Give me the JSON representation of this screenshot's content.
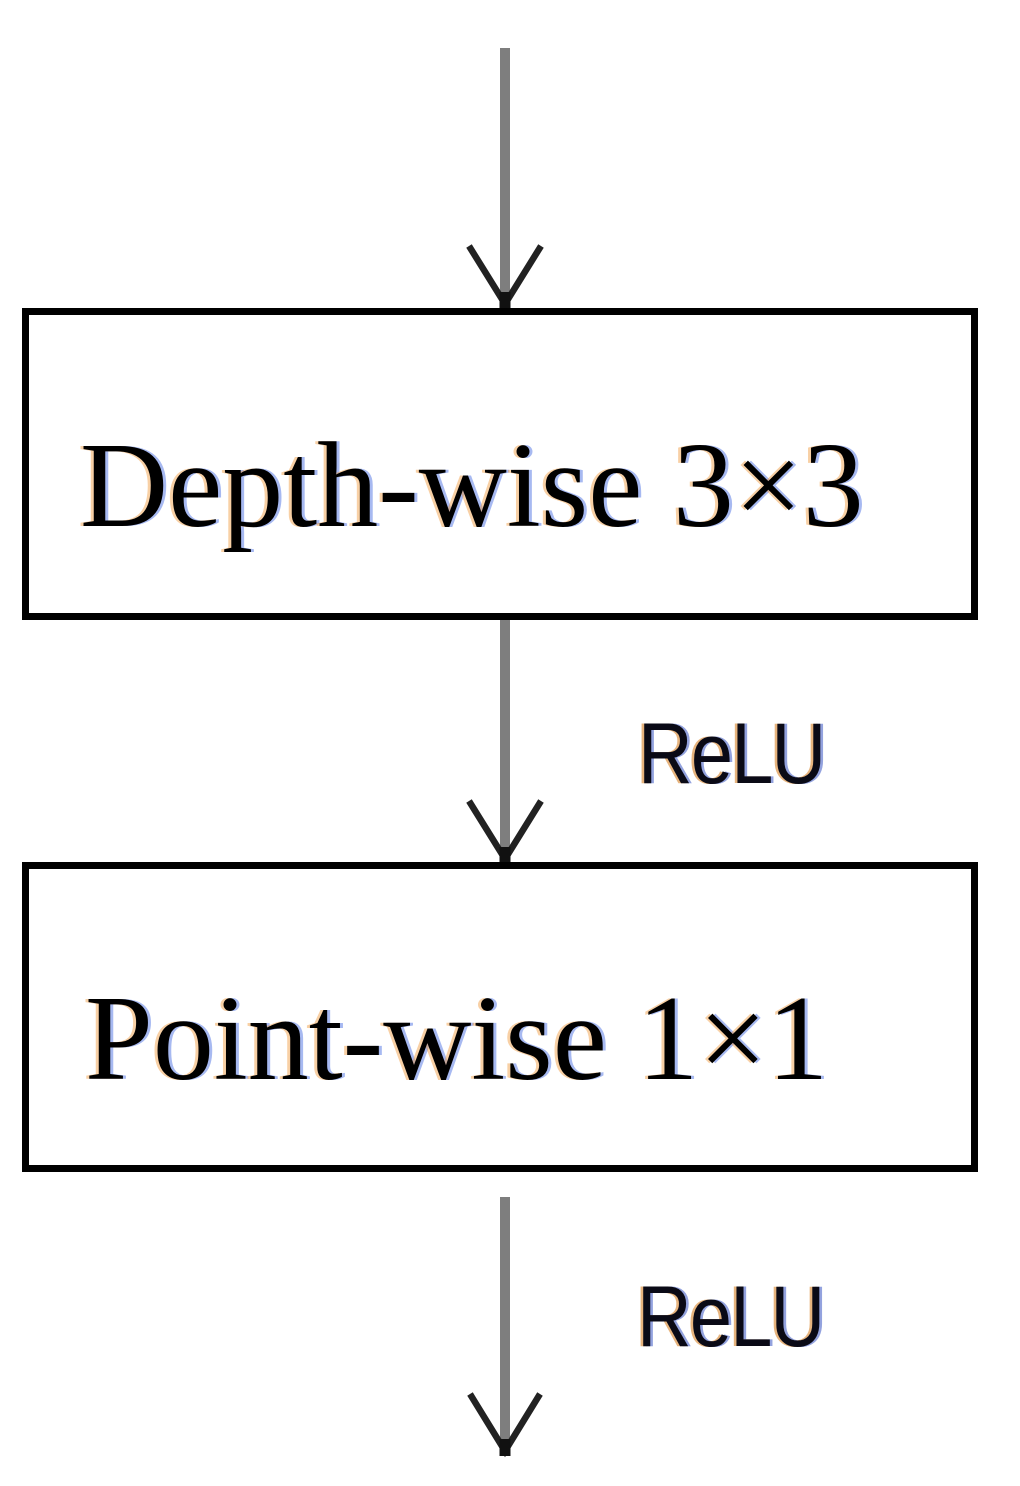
{
  "diagram": {
    "description": "Depth-wise separable convolution block flow diagram",
    "blocks": [
      {
        "label": "Depth-wise 3×3"
      },
      {
        "label": "Point-wise 1×1"
      }
    ],
    "activation_labels": [
      {
        "label": "ReLU"
      },
      {
        "label": "ReLU"
      }
    ],
    "colors": {
      "background": "#ffffff",
      "box_border": "#000000",
      "box_fill": "#ffffff",
      "text": "#000000",
      "arrow_shaft": "#7e7e7e",
      "arrow_head": "#222222"
    }
  }
}
